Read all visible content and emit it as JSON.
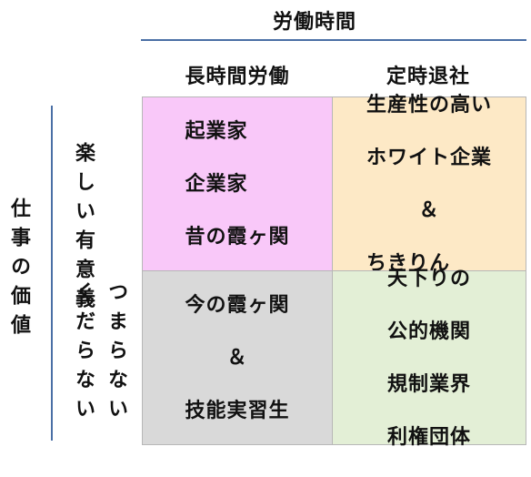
{
  "axis_top": {
    "title": "労働時間",
    "col1": "長時間労働",
    "col2": "定時退社"
  },
  "axis_left": {
    "title": "仕事の価値",
    "row1": [
      "楽しい",
      "有意義"
    ],
    "row2": [
      "つまらない",
      "くだらない"
    ]
  },
  "cells": {
    "top_left": {
      "lines": [
        "起業家",
        "企業家",
        "昔の霞ヶ関"
      ],
      "color": "#f9c8f9"
    },
    "top_right": {
      "lines": [
        "生産性の高い",
        "ホワイト企業",
        "＆",
        "ちきりん"
      ],
      "color": "#fde9c6"
    },
    "bottom_left": {
      "lines": [
        "今の霞ヶ関",
        "＆",
        "技能実習生"
      ],
      "color": "#d9d9d9"
    },
    "bottom_right": {
      "lines": [
        "天下りの",
        "公的機関",
        "規制業界",
        "利権団体"
      ],
      "color": "#e3efd6"
    }
  }
}
